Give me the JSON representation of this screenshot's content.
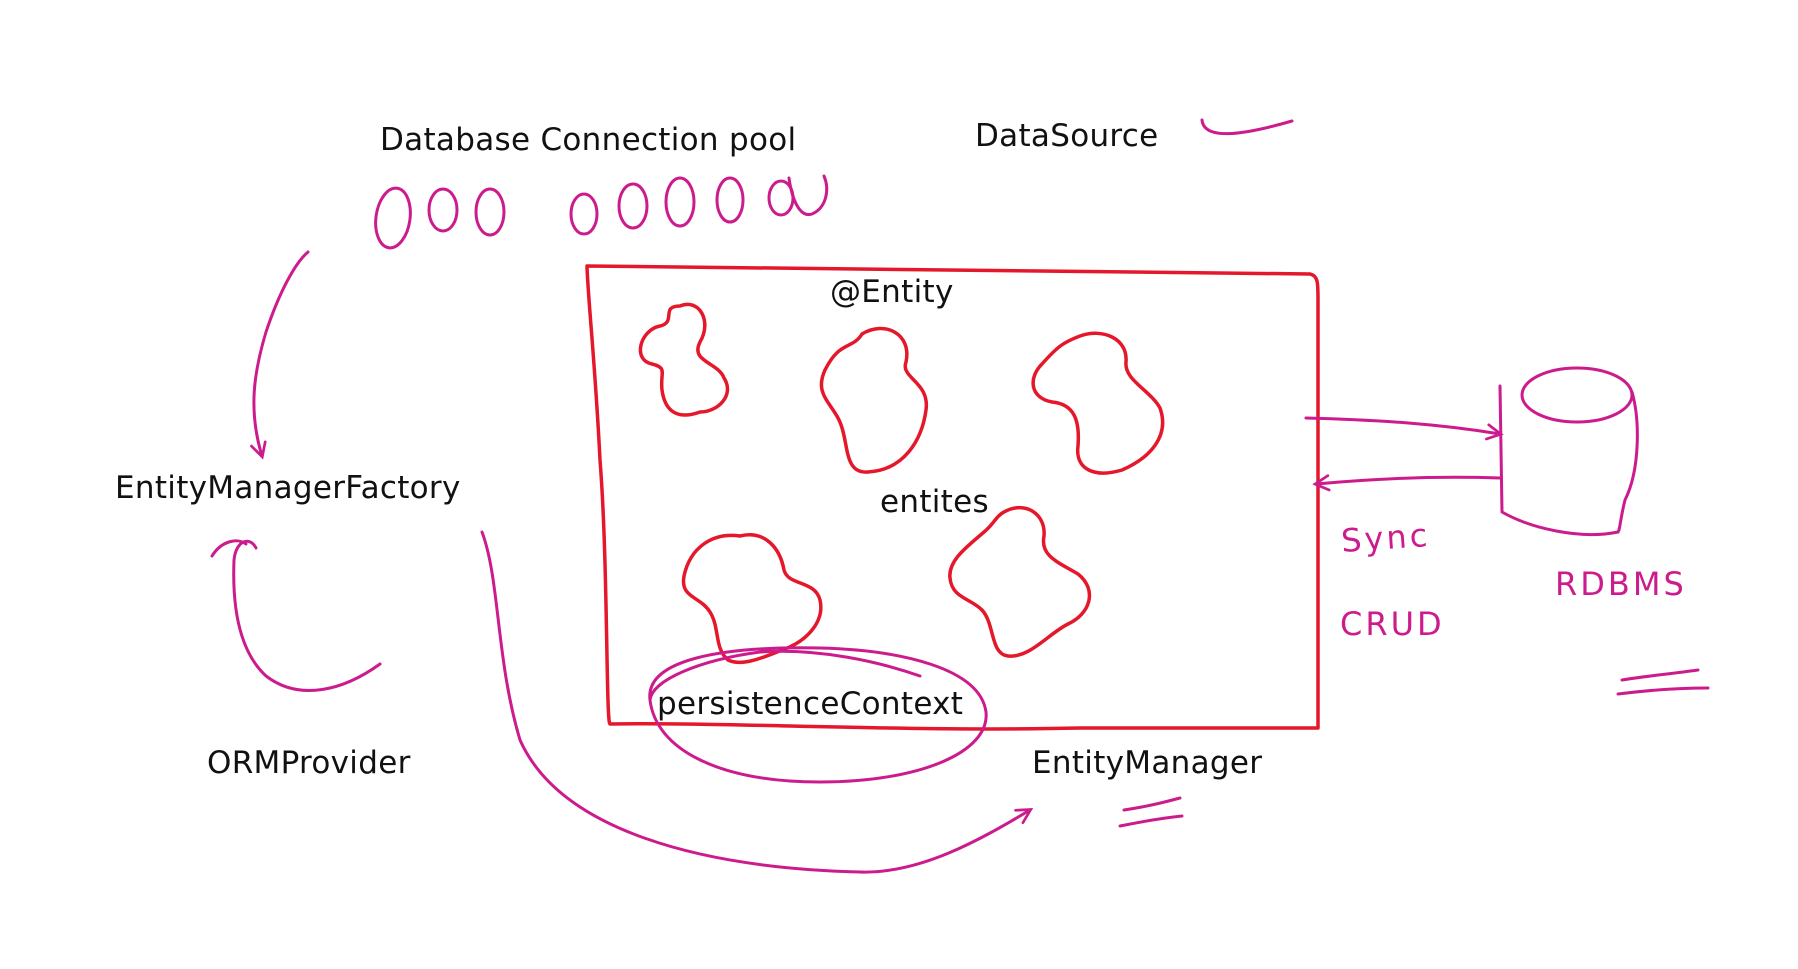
{
  "colors": {
    "magenta": "#cc1b8c",
    "red": "#e5172b",
    "text": "#111111",
    "background": "#ffffff"
  },
  "labels": {
    "connection_pool": "Database Connection pool",
    "datasource": "DataSource",
    "entity_annotation": "@Entity",
    "entities": "entites",
    "entity_manager_factory": "EntityManagerFactory",
    "orm_provider": "ORMProvider",
    "persistence_context": "persistenceContext",
    "entity_manager": "EntityManager"
  },
  "annotations": {
    "sync": "Sync",
    "crud": "CRUD",
    "rdbms": "RDBMS"
  },
  "connection_pool_count": 9,
  "entity_count": 5
}
